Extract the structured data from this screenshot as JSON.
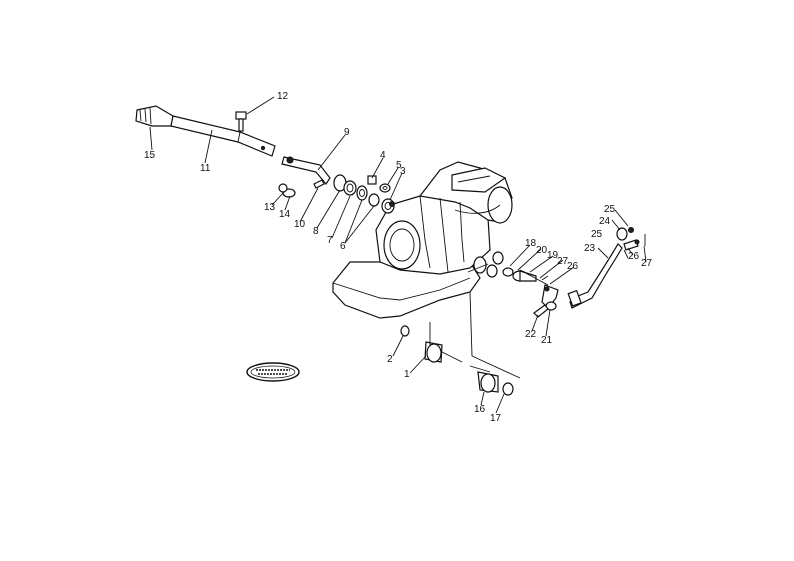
{
  "callouts": [
    {
      "id": "c12",
      "text": "12"
    },
    {
      "id": "c15",
      "text": "15"
    },
    {
      "id": "c11",
      "text": "11"
    },
    {
      "id": "c9",
      "text": "9"
    },
    {
      "id": "c4",
      "text": "4"
    },
    {
      "id": "c5",
      "text": "5"
    },
    {
      "id": "c3",
      "text": "3"
    },
    {
      "id": "c13",
      "text": "13"
    },
    {
      "id": "c14",
      "text": "14"
    },
    {
      "id": "c10",
      "text": "10"
    },
    {
      "id": "c8",
      "text": "8"
    },
    {
      "id": "c7",
      "text": "7"
    },
    {
      "id": "c6",
      "text": "6"
    },
    {
      "id": "c25a",
      "text": "25"
    },
    {
      "id": "c24",
      "text": "24"
    },
    {
      "id": "c25b",
      "text": "25"
    },
    {
      "id": "c26a",
      "text": "26"
    },
    {
      "id": "c27a",
      "text": "27"
    },
    {
      "id": "c23",
      "text": "23"
    },
    {
      "id": "c18",
      "text": "18"
    },
    {
      "id": "c20",
      "text": "20"
    },
    {
      "id": "c19",
      "text": "19"
    },
    {
      "id": "c27b",
      "text": "27"
    },
    {
      "id": "c26b",
      "text": "26"
    },
    {
      "id": "c22",
      "text": "22"
    },
    {
      "id": "c21",
      "text": "21"
    },
    {
      "id": "c2",
      "text": "2"
    },
    {
      "id": "c1",
      "text": "1"
    },
    {
      "id": "c16",
      "text": "16"
    },
    {
      "id": "c17",
      "text": "17"
    }
  ]
}
